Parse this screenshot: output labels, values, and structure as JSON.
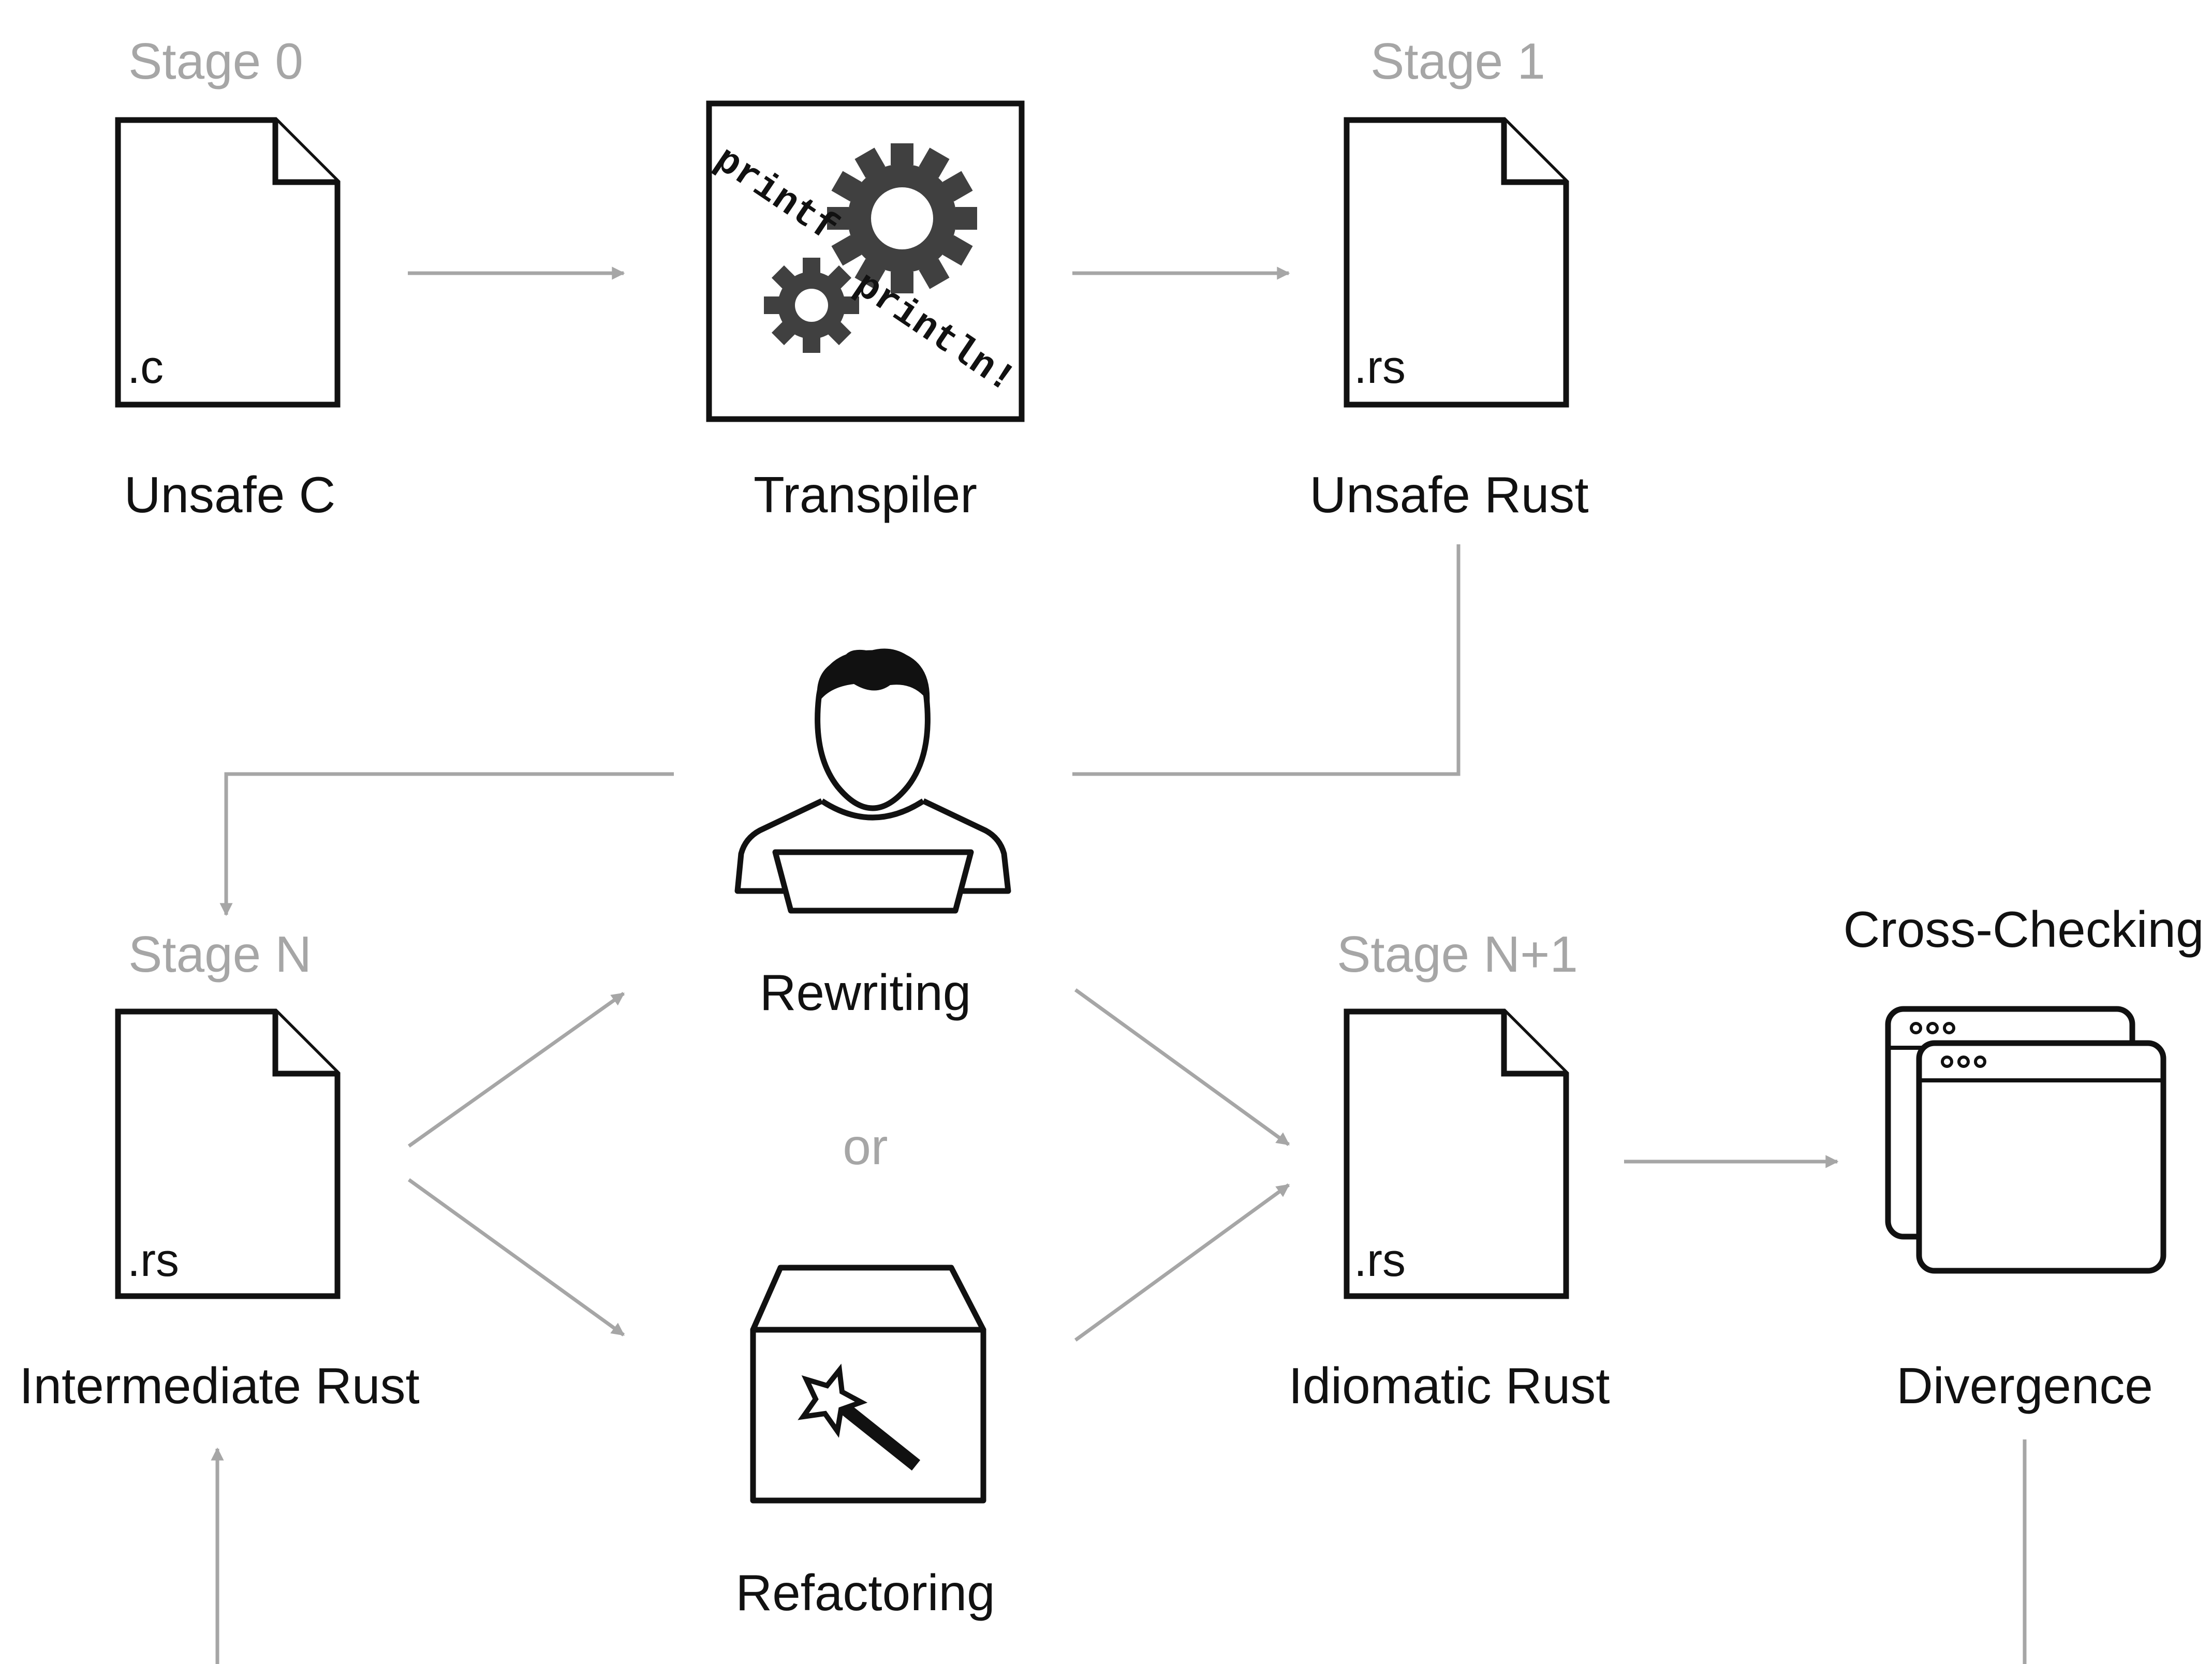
{
  "stages": {
    "stage_0": "Stage 0",
    "stage_1": "Stage 1",
    "stage_n": "Stage N",
    "stage_n1": "Stage N+1"
  },
  "files": {
    "unsafe_c_ext": ".c",
    "unsafe_rust_ext": ".rs",
    "intermediate_rust_ext": ".rs",
    "idiomatic_rust_ext": ".rs"
  },
  "labels": {
    "unsafe_c": "Unsafe C",
    "transpiler": "Transpiler",
    "unsafe_rust": "Unsafe Rust",
    "intermediate_rust": "Intermediate Rust",
    "rewriting": "Rewriting",
    "or": "or",
    "refactoring": "Refactoring",
    "idiomatic_rust": "Idiomatic Rust",
    "cross_checking": "Cross-Checking",
    "divergence": "Divergence"
  },
  "transpiler_icon": {
    "from_code": "printf",
    "to_code": "println!",
    "icon": "gears-icon"
  },
  "icons": {
    "document": "document-icon",
    "developer": "developer-at-laptop-icon",
    "refactor_box": "magic-wand-box-icon",
    "windows": "browser-windows-icon"
  },
  "colors": {
    "connector": "#a6a6a6",
    "stage_text": "#a6a6a6",
    "ink": "#111111",
    "gear": "#404040"
  }
}
